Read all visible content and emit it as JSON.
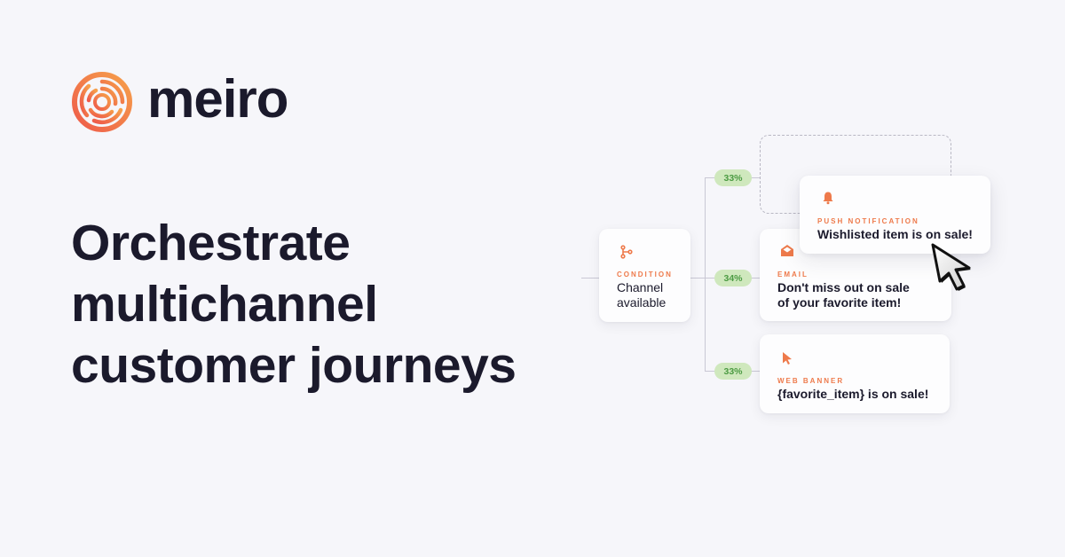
{
  "brand": {
    "name": "meiro",
    "logo_icon": "maze-circle-icon",
    "accent_color": "#ef7a45",
    "text_color": "#1b1a2c"
  },
  "headline": {
    "lines": [
      "Orchestrate",
      "multichannel",
      "customer journeys"
    ]
  },
  "journey": {
    "condition": {
      "icon": "branch-icon",
      "kind": "CONDITION",
      "lines": [
        "Channel",
        "available"
      ]
    },
    "branches": [
      {
        "percent": "33%",
        "kind": "PUSH NOTIFICATION",
        "icon": "bell-icon",
        "message": "Wishlisted item is on sale!"
      },
      {
        "percent": "34%",
        "kind": "EMAIL",
        "icon": "envelope-open-icon",
        "message_lines": [
          "Don't miss out on sale",
          "of your favorite item!"
        ]
      },
      {
        "percent": "33%",
        "kind": "WEB BANNER",
        "icon": "pointer-icon",
        "message": "{favorite_item} is on sale!"
      }
    ],
    "colors": {
      "badge_bg": "#cfe8bd",
      "badge_text": "#4c9b43",
      "label": "#ee7a4b"
    }
  }
}
